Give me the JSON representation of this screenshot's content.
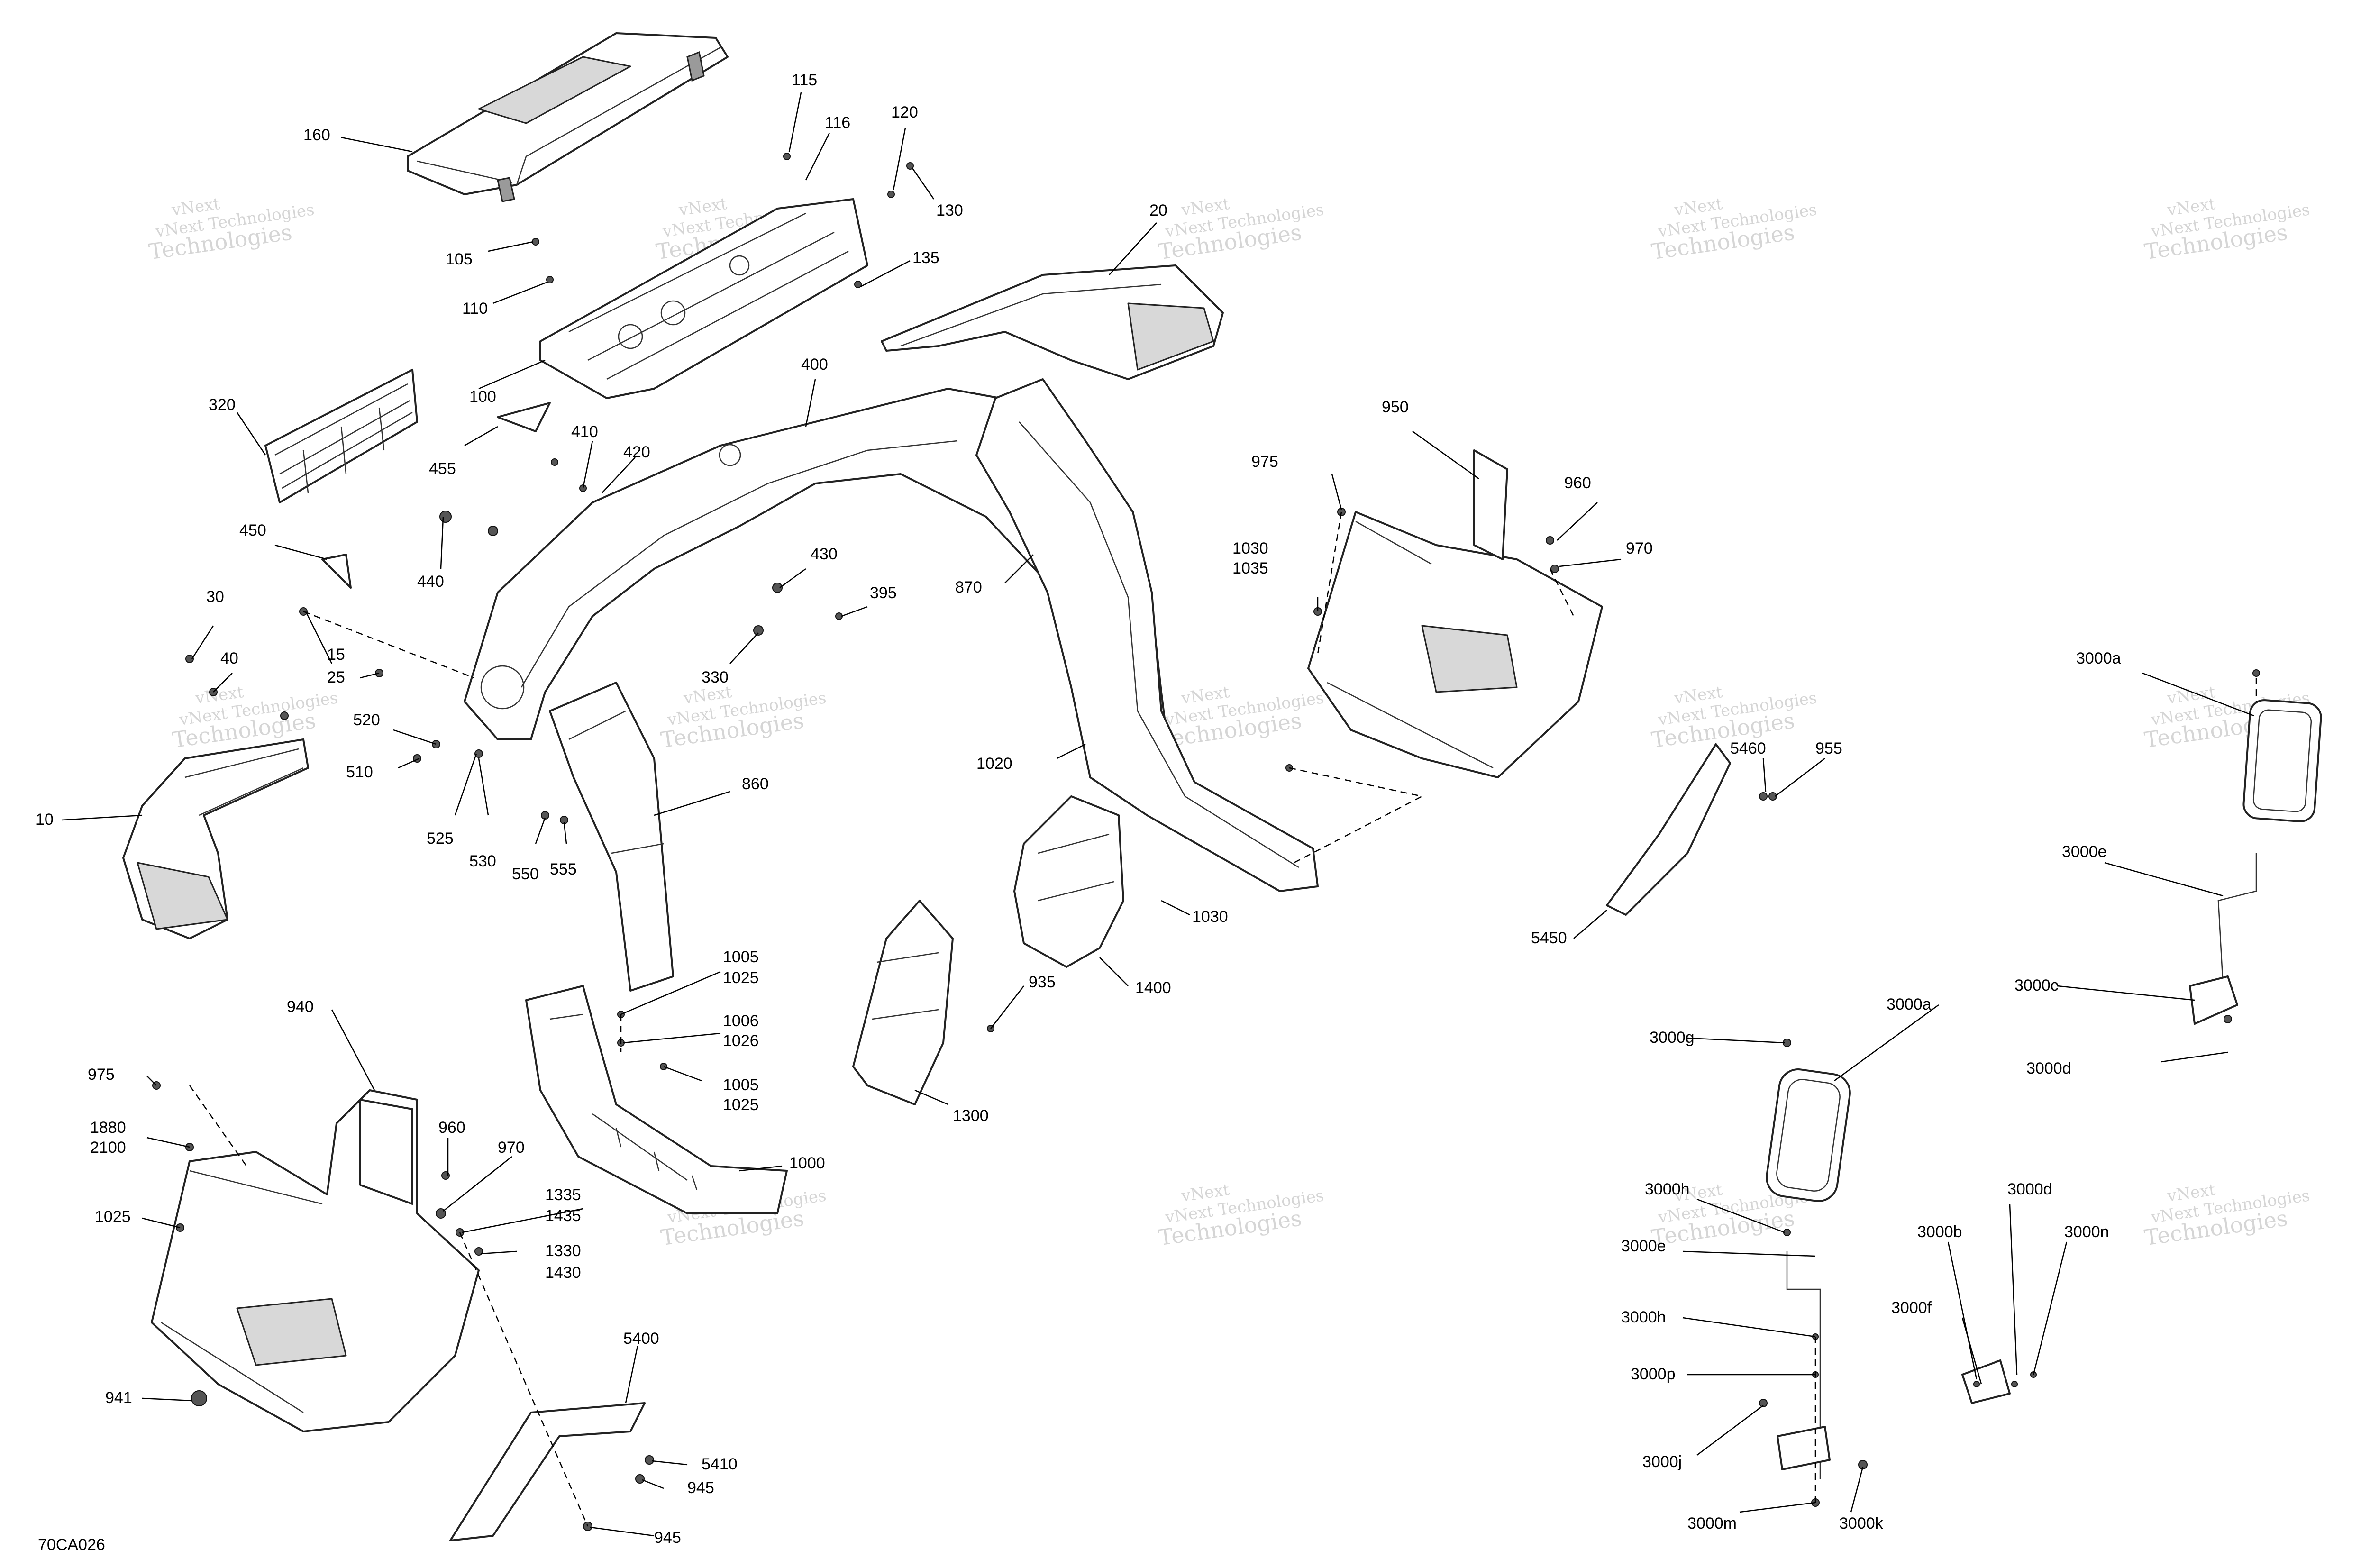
{
  "figure_code": "70CA026",
  "watermark": {
    "line1": "vNext Technologies",
    "line2": "Technologies",
    "prefix": "vNext"
  },
  "callouts": [
    "160",
    "115",
    "116",
    "120",
    "130",
    "105",
    "135",
    "110",
    "100",
    "20",
    "400",
    "320",
    "455",
    "410",
    "420",
    "975",
    "950",
    "960",
    "970",
    "1030",
    "1035",
    "450",
    "440",
    "430",
    "395",
    "870",
    "30",
    "15",
    "25",
    "40",
    "330",
    "3000a",
    "520",
    "5460",
    "955",
    "1020",
    "510",
    "525",
    "530",
    "860",
    "550",
    "555",
    "10",
    "3000e",
    "1005",
    "1025",
    "940",
    "935",
    "1400",
    "1030",
    "5450",
    "3000c",
    "1006",
    "1026",
    "975",
    "1005",
    "1025",
    "1880",
    "2100",
    "3000g",
    "3000a",
    "3000d",
    "960",
    "970",
    "1300",
    "1335",
    "1435",
    "1000",
    "3000h",
    "3000d",
    "1025",
    "1330",
    "1430",
    "3000e",
    "3000b",
    "3000n",
    "3000f",
    "3000h",
    "941",
    "3000p",
    "5400",
    "3000j",
    "5410",
    "945",
    "3000m",
    "3000k",
    "945"
  ]
}
